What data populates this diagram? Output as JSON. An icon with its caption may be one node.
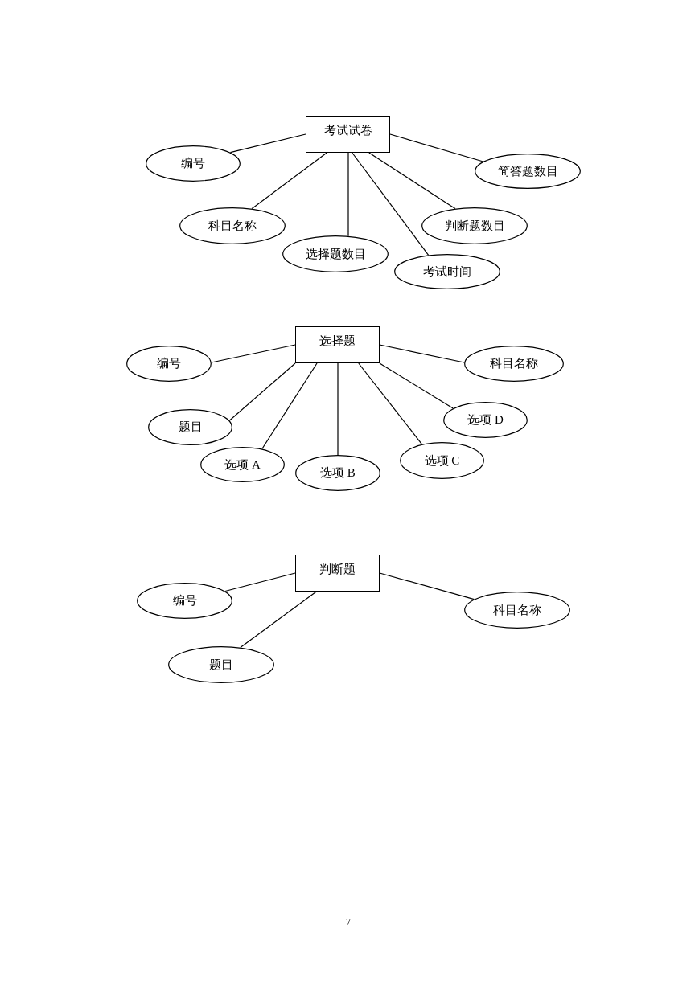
{
  "diagram": {
    "nodes": [
      {
        "text": [
          "考试试卷"
        ]
      },
      {
        "text": [
          "编号"
        ]
      },
      {
        "text": [
          "简答题数目"
        ]
      },
      {
        "text": [
          "科目名称"
        ]
      },
      {
        "text": [
          "判断题数目"
        ]
      },
      {
        "text": [
          "选择题数目"
        ]
      },
      {
        "text": [
          "考试时间"
        ]
      },
      {
        "text": [
          "选择题"
        ]
      },
      {
        "text": [
          "编号"
        ]
      },
      {
        "text": [
          "科目名称"
        ]
      },
      {
        "text": [
          "题目"
        ]
      },
      {
        "text": [
          "选项 A"
        ]
      },
      {
        "text": [
          "选项 B"
        ]
      },
      {
        "text": [
          "选项 C"
        ]
      },
      {
        "text": [
          "选项 D"
        ]
      },
      {
        "text": [
          "判断题"
        ]
      },
      {
        "text": [
          "编号"
        ]
      },
      {
        "text": [
          "科目名称"
        ]
      },
      {
        "text": [
          "题目"
        ]
      }
    ],
    "edges": [
      {
        "from": 0,
        "to": 1,
        "arrow": "none"
      },
      {
        "from": 0,
        "to": 2,
        "arrow": "none"
      },
      {
        "from": 0,
        "to": 3,
        "arrow": "none"
      },
      {
        "from": 0,
        "to": 4,
        "arrow": "none"
      },
      {
        "from": 0,
        "to": 5,
        "arrow": "none"
      },
      {
        "from": 0,
        "to": 6,
        "arrow": "none"
      },
      {
        "from": 7,
        "to": 8,
        "arrow": "none"
      },
      {
        "from": 7,
        "to": 9,
        "arrow": "none"
      },
      {
        "from": 7,
        "to": 10,
        "arrow": "none"
      },
      {
        "from": 7,
        "to": 11,
        "arrow": "none"
      },
      {
        "from": 7,
        "to": 12,
        "arrow": "none"
      },
      {
        "from": 7,
        "to": 13,
        "arrow": "none"
      },
      {
        "from": 7,
        "to": 14,
        "arrow": "none"
      },
      {
        "from": 15,
        "to": 16,
        "arrow": "none"
      },
      {
        "from": 15,
        "to": 17,
        "arrow": "none"
      },
      {
        "from": 15,
        "to": 18,
        "arrow": "none"
      }
    ],
    "labels": [
      "7"
    ]
  }
}
